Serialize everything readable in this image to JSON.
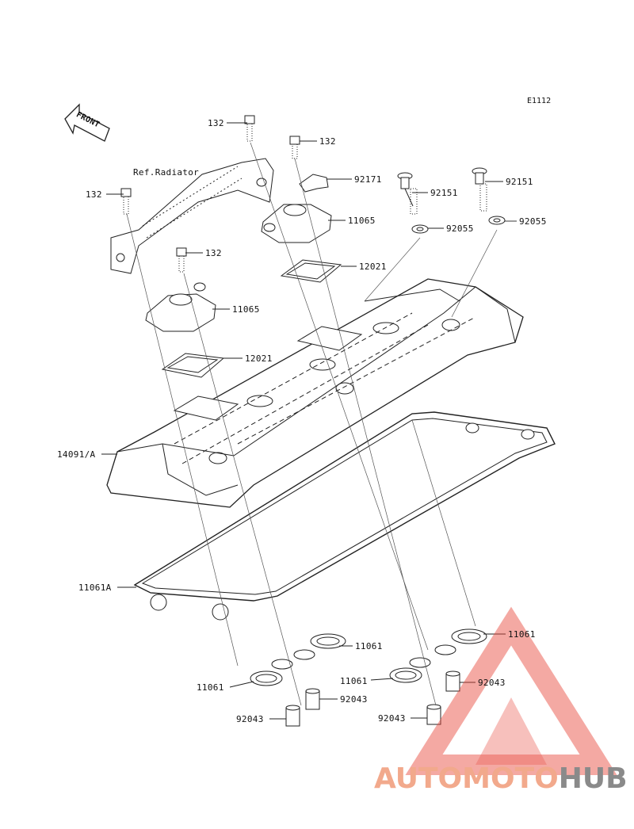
{
  "diagram": {
    "code": "E1112",
    "front_label": "FRONT",
    "ref_label": "Ref.Radiator",
    "callouts": {
      "c132_a": "132",
      "c132_b": "132",
      "c132_c": "132",
      "c132_d": "132",
      "c92171": "92171",
      "c92151_a": "92151",
      "c92151_b": "92151",
      "c11065_a": "11065",
      "c11065_b": "11065",
      "c92055_a": "92055",
      "c92055_b": "92055",
      "c12021_a": "12021",
      "c12021_b": "12021",
      "c14091A": "14091/A",
      "c11061A": "11061A",
      "c11061_a": "11061",
      "c11061_b": "11061",
      "c11061_c": "11061",
      "c11061_d": "11061",
      "c92043_a": "92043",
      "c92043_b": "92043",
      "c92043_c": "92043",
      "c92043_d": "92043"
    }
  },
  "watermark": {
    "part1": "AUTOMOTO",
    "part2": "HUB",
    "accent_color": "#e8473b",
    "gray_color": "#8a8a8a"
  }
}
